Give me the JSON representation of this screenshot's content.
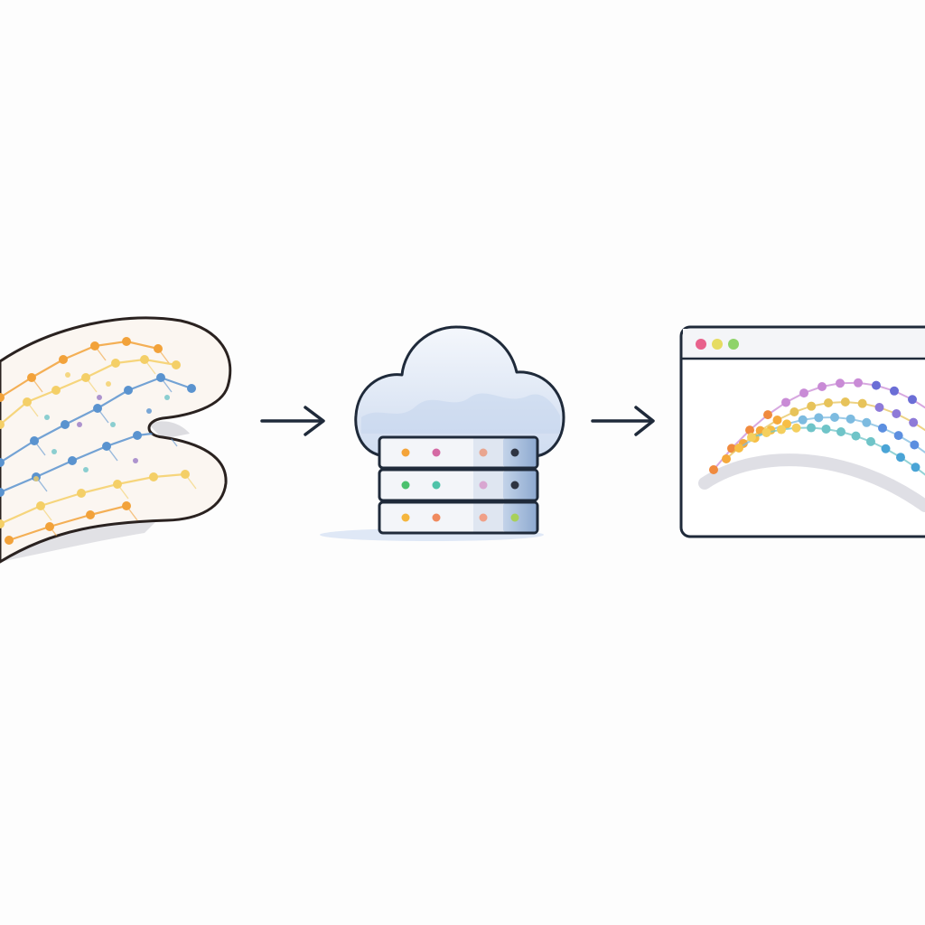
{
  "diagram": {
    "flow": [
      "network-data-source",
      "cloud-server",
      "browser-visualization"
    ],
    "source": {
      "icon": "data-network-blob-icon",
      "colors": {
        "fill": "#fbf6f1",
        "outline": "#2a2220",
        "orange": "#f2a23a",
        "yellow": "#f4cf67",
        "blue": "#5a93cf",
        "purple": "#9a7bc6",
        "teal": "#6fc4c8"
      }
    },
    "server": {
      "icon": "cloud-server-icon",
      "rack_units": 3,
      "led_colors": [
        [
          "#f4a43a",
          "#d46aa4",
          "#e9a58f",
          "#2e3442"
        ],
        [
          "#4cc16f",
          "#4fc3a9",
          "#d8a6d1",
          "#2e3442"
        ],
        [
          "#f5b63e",
          "#f08a5e",
          "#f0a088",
          "#a8d05a"
        ]
      ],
      "colors": {
        "cloud": "#dde8f6",
        "outline": "#1f2a3a",
        "rack": "#f3f5f9",
        "rack_side": "#a6bddb"
      }
    },
    "browser": {
      "icon": "browser-window-icon",
      "window_buttons": [
        "#e8628c",
        "#e6dc62",
        "#8fd36b"
      ],
      "colors": {
        "frame": "#1f2a3a",
        "titlebar": "#f4f5f8"
      }
    },
    "arrows": [
      {
        "icon": "arrow-right-icon",
        "color": "#1f2a3a"
      },
      {
        "icon": "arrow-right-icon",
        "color": "#1f2a3a"
      }
    ]
  }
}
